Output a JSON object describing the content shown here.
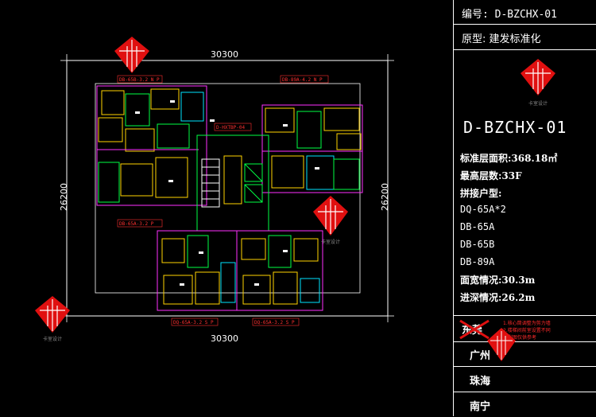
{
  "panel": {
    "code_line": "编号: D-BZCHX-01",
    "prototype_line": "原型: 建发标准化",
    "big_code": "D-BZCHX-01",
    "specs": [
      "标准层面积:368.18㎡",
      "最高层数:33F",
      "拼接户型:",
      "DQ-65A*2",
      "DB-65A",
      "DB-65B",
      "DB-89A",
      "面宽情况:30.3m",
      "进深情况:26.2m"
    ],
    "note_stamp": "东莞",
    "notes": [
      "1.核心筒调整为剪力墙",
      "2.楼梯间前室设置不同",
      "户型图仅供参考"
    ],
    "cities": [
      "广州",
      "珠海",
      "南宁"
    ]
  },
  "drawing": {
    "dim_top": "30300",
    "dim_bottom": "30300",
    "dim_left": "26200",
    "dim_right": "26200",
    "labels": {
      "top_left_unit": "DB-65B-3.2 N P",
      "top_right_unit": "DB-89A-4.2 N P",
      "core": "D-HXTBP-04",
      "left_unit": "DB-65A-3.2 P",
      "bottom_left_unit": "DQ-65A-3.2 S P",
      "bottom_right_unit": "DQ-65A-3.2 S P"
    },
    "stamp_caption": "卡室设计"
  },
  "colors": {
    "background": "#000000",
    "wall_yellow": "#ffd400",
    "wall_green": "#00ff44",
    "wall_cyan": "#00e5ff",
    "magenta": "#ff30ff",
    "label_red": "#ff3030"
  }
}
